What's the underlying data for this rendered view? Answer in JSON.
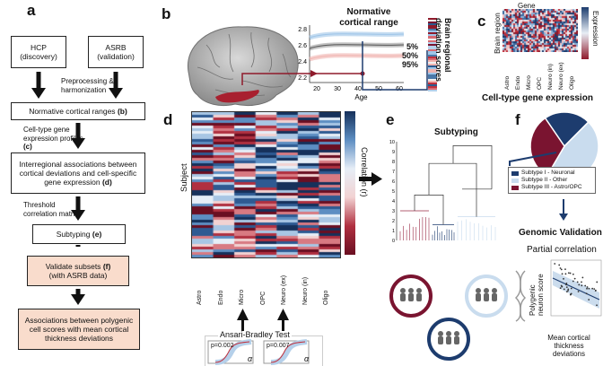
{
  "panels": {
    "a": "a",
    "b": "b",
    "c": "c",
    "d": "d",
    "e": "e",
    "f": "f"
  },
  "panel_a": {
    "hcp": "HCP (discovery)",
    "asrb": "ASRB (validation)",
    "preprocessing": "Preprocessing & harmonization",
    "normative": "Normative cortical ranges",
    "normative_ref": "(b)",
    "cell_type_profiles": "Cell-type gene expression profiles",
    "cell_type_ref": "(c)",
    "interregional": "Interregional associations between cortical deviations and cell-specific gene expression",
    "interregional_ref": "(d)",
    "threshold": "Threshold correlation matrix",
    "subtyping": "Subtyping",
    "subtyping_ref": "(e)",
    "validate": "Validate subsets",
    "validate_ref": "(f)",
    "validate_sub": "(with ASRB data)",
    "associations": "Associations between polygenic cell scores with mean cortical thickness deviations"
  },
  "panel_b": {
    "title_line1": "Normative",
    "title_line2": "cortical range",
    "xlabel": "Age",
    "yticks": [
      "2.2",
      "2.4",
      "2.6",
      "2.8"
    ],
    "xticks": [
      "20",
      "30",
      "40",
      "50",
      "60"
    ],
    "percentiles": [
      "5%",
      "50%",
      "95%"
    ],
    "side_label": "Brain regional deviation scores"
  },
  "panel_c": {
    "gene_label": "Gene",
    "region_label": "Brain region",
    "expression_label": "Expression",
    "cell_types": [
      "Astro",
      "Endo",
      "Micro",
      "OPC",
      "Neuro (in)",
      "Neuro (ex)",
      "Oligo"
    ],
    "caption": "Cell-type gene expression"
  },
  "panel_d": {
    "subject_label": "Subject",
    "correlation_label": "Correlation (r)",
    "cell_types": [
      "Astro",
      "Endo",
      "Micro",
      "OPC",
      "Neuro (ex)",
      "Neuro (in)",
      "Oligo"
    ],
    "test_title": "Ansari-Bradley Test",
    "p1": "p=0.002",
    "p2": "p=0.007",
    "alpha": "α"
  },
  "panel_e": {
    "title": "Subtyping",
    "yticks": [
      "0",
      "1",
      "2",
      "3",
      "4",
      "5",
      "6",
      "7",
      "8",
      "9",
      "10"
    ]
  },
  "panel_f": {
    "legend": [
      "Subtype I - Neuronal",
      "Subtype II - Other",
      "Subtype III - Astro/OPC"
    ],
    "colors": {
      "neuronal": "#1d3c6e",
      "other": "#c9dcee",
      "astro": "#7a1430"
    },
    "pie_fractions": [
      0.22,
      0.46,
      0.32
    ],
    "genomic_title": "Genomic Validation",
    "partial_corr": "Partial correlation",
    "ylabel": "Polygenic neuron score",
    "xlabel": "Mean cortical thickness deviations"
  }
}
